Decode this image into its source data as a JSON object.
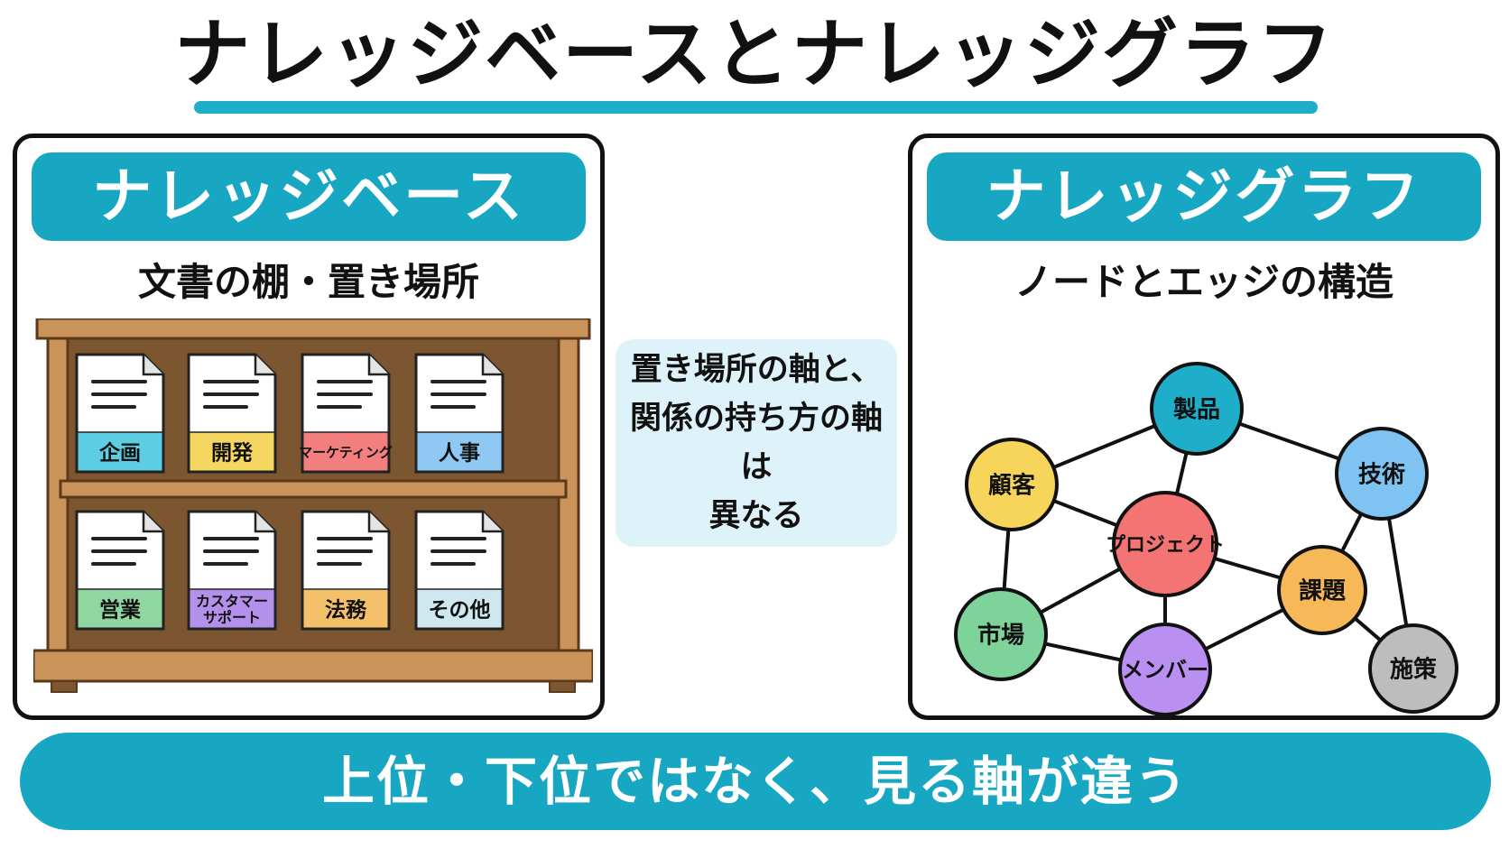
{
  "title": "ナレッジベースとナレッジグラフ",
  "left_panel": {
    "header": "ナレッジベース",
    "subtitle": "文書の棚・置き場所",
    "documents": [
      {
        "label": "企画",
        "color": "#5dcde3"
      },
      {
        "label": "開発",
        "color": "#f5d660"
      },
      {
        "label": "マーケティング",
        "color": "#f37f7f"
      },
      {
        "label": "人事",
        "color": "#8fc8f2"
      },
      {
        "label": "営業",
        "color": "#8fd6a0"
      },
      {
        "label": "カスタマー\nサポート",
        "color": "#b391ea"
      },
      {
        "label": "法務",
        "color": "#f5c06a"
      },
      {
        "label": "その他",
        "color": "#cfe7ee"
      }
    ]
  },
  "center_note": {
    "lines": [
      "置き場所の軸と、",
      "関係の持ち方の軸は",
      "異なる"
    ]
  },
  "right_panel": {
    "header": "ナレッジグラフ",
    "subtitle": "ノードとエッジの構造",
    "nodes": [
      {
        "id": "seihin",
        "label": "製品",
        "color": "#1faec9"
      },
      {
        "id": "kokyaku",
        "label": "顧客",
        "color": "#f7d55a"
      },
      {
        "id": "gijutsu",
        "label": "技術",
        "color": "#7fc3f2"
      },
      {
        "id": "project",
        "label": "プロジェクト",
        "color": "#f47474"
      },
      {
        "id": "kadai",
        "label": "課題",
        "color": "#f7b957"
      },
      {
        "id": "shijo",
        "label": "市場",
        "color": "#7dd39a"
      },
      {
        "id": "member",
        "label": "メンバー",
        "color": "#b98ff2"
      },
      {
        "id": "shisaku",
        "label": "施策",
        "color": "#bdbdbd"
      }
    ],
    "edges": [
      [
        "kokyaku",
        "seihin"
      ],
      [
        "seihin",
        "gijutsu"
      ],
      [
        "seihin",
        "project"
      ],
      [
        "kokyaku",
        "project"
      ],
      [
        "kokyaku",
        "shijo"
      ],
      [
        "project",
        "shijo"
      ],
      [
        "project",
        "kadai"
      ],
      [
        "project",
        "member"
      ],
      [
        "shijo",
        "member"
      ],
      [
        "member",
        "kadai"
      ],
      [
        "gijutsu",
        "kadai"
      ],
      [
        "gijutsu",
        "shisaku"
      ],
      [
        "kadai",
        "shisaku"
      ]
    ]
  },
  "bottom_banner": "上位・下位ではなく、見る軸が違う"
}
